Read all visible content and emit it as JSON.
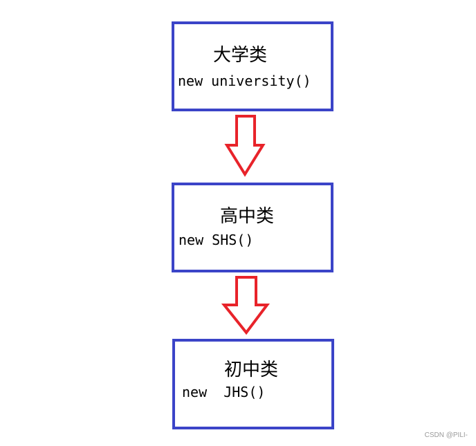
{
  "colors": {
    "box_border": "#3b44c8",
    "arrow_stroke": "#e8232a",
    "watermark": "#9a9a9a"
  },
  "boxes": [
    {
      "title": "大学类",
      "code": "new university()"
    },
    {
      "title": "高中类",
      "code": "new SHS()"
    },
    {
      "title": "初中类",
      "code": "new  JHS()"
    }
  ],
  "arrows": [
    {
      "from": "大学类",
      "to": "高中类",
      "icon": "down-arrow-icon"
    },
    {
      "from": "高中类",
      "to": "初中类",
      "icon": "down-arrow-icon"
    }
  ],
  "watermark": "CSDN @PILI-"
}
